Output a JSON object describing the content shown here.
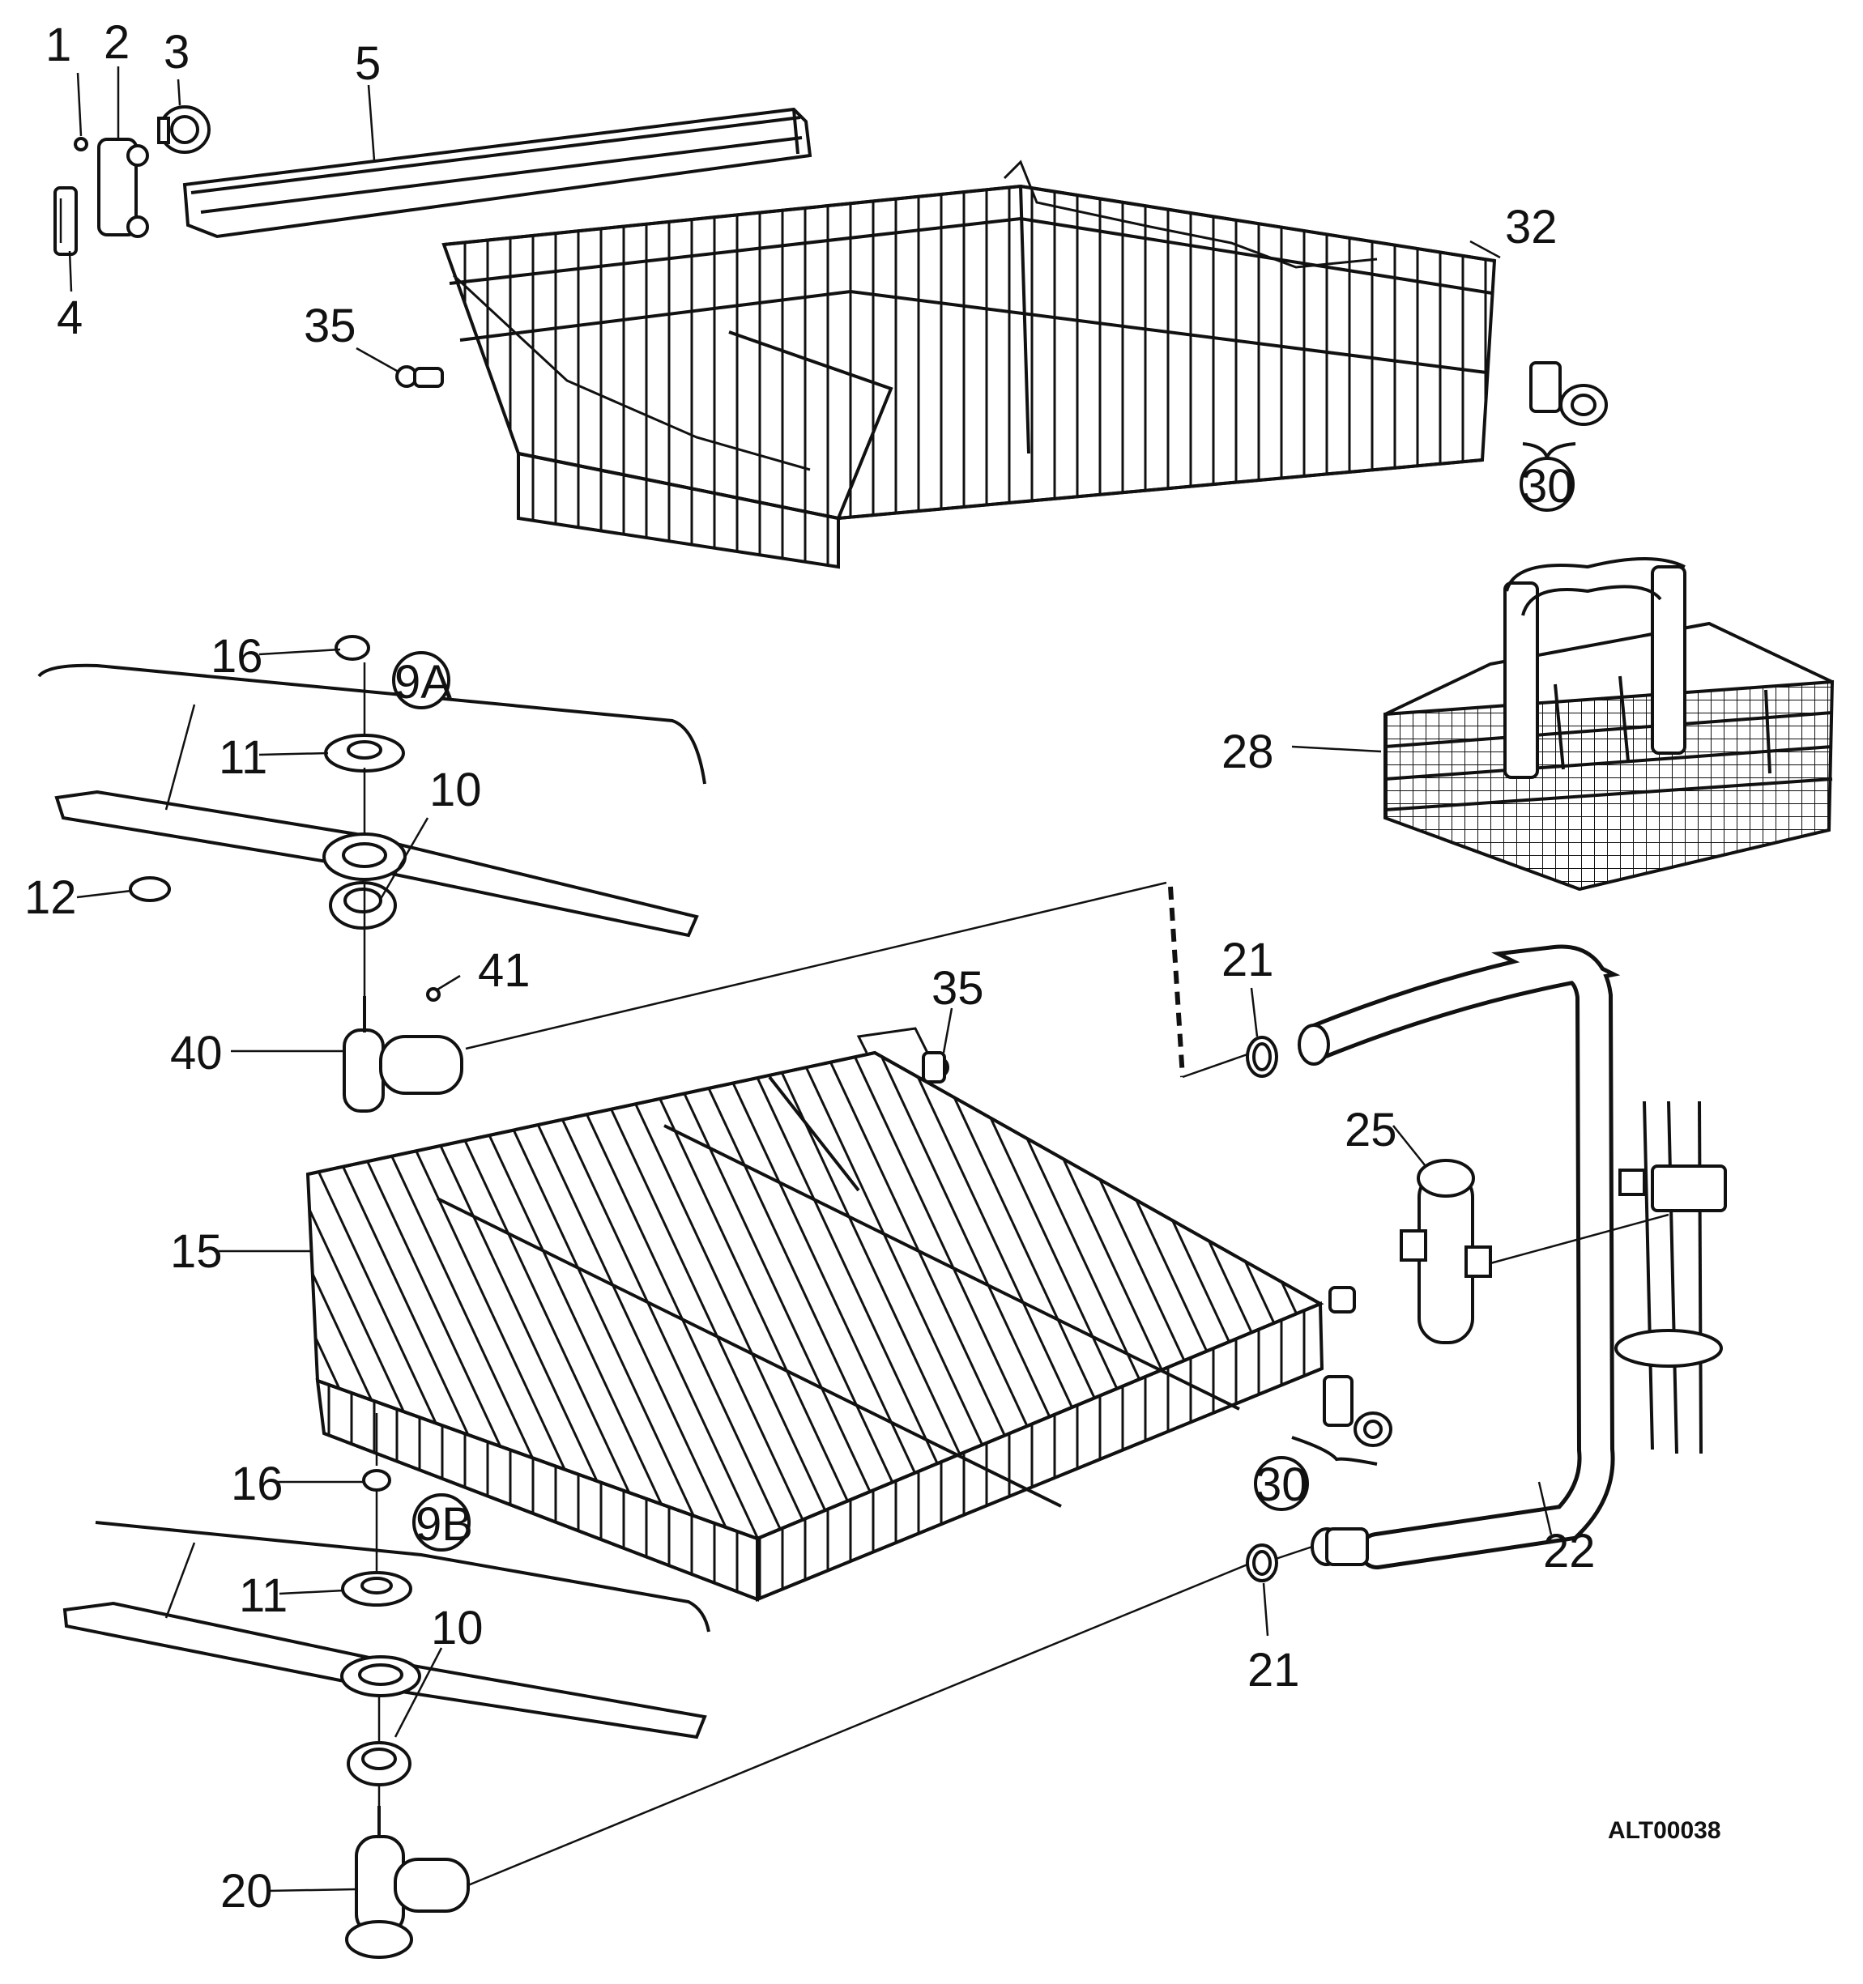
{
  "diagram": {
    "code": "ALT00038",
    "labels": {
      "p1": "1",
      "p2": "2",
      "p3": "3",
      "p4": "4",
      "p5": "5",
      "p32": "32",
      "p35_top": "35",
      "p30_top": "30",
      "p16_a": "16",
      "p9A": "9A",
      "p11_a": "11",
      "p10_a": "10",
      "p12": "12",
      "p41": "41",
      "p40": "40",
      "p28": "28",
      "p21_top": "21",
      "p35_mid": "35",
      "p25": "25",
      "p15": "15",
      "p30_mid": "30",
      "p22": "22",
      "p16_b": "16",
      "p9B": "9B",
      "p11_b": "11",
      "p10_b": "10",
      "p21_bot": "21",
      "p20": "20"
    }
  }
}
